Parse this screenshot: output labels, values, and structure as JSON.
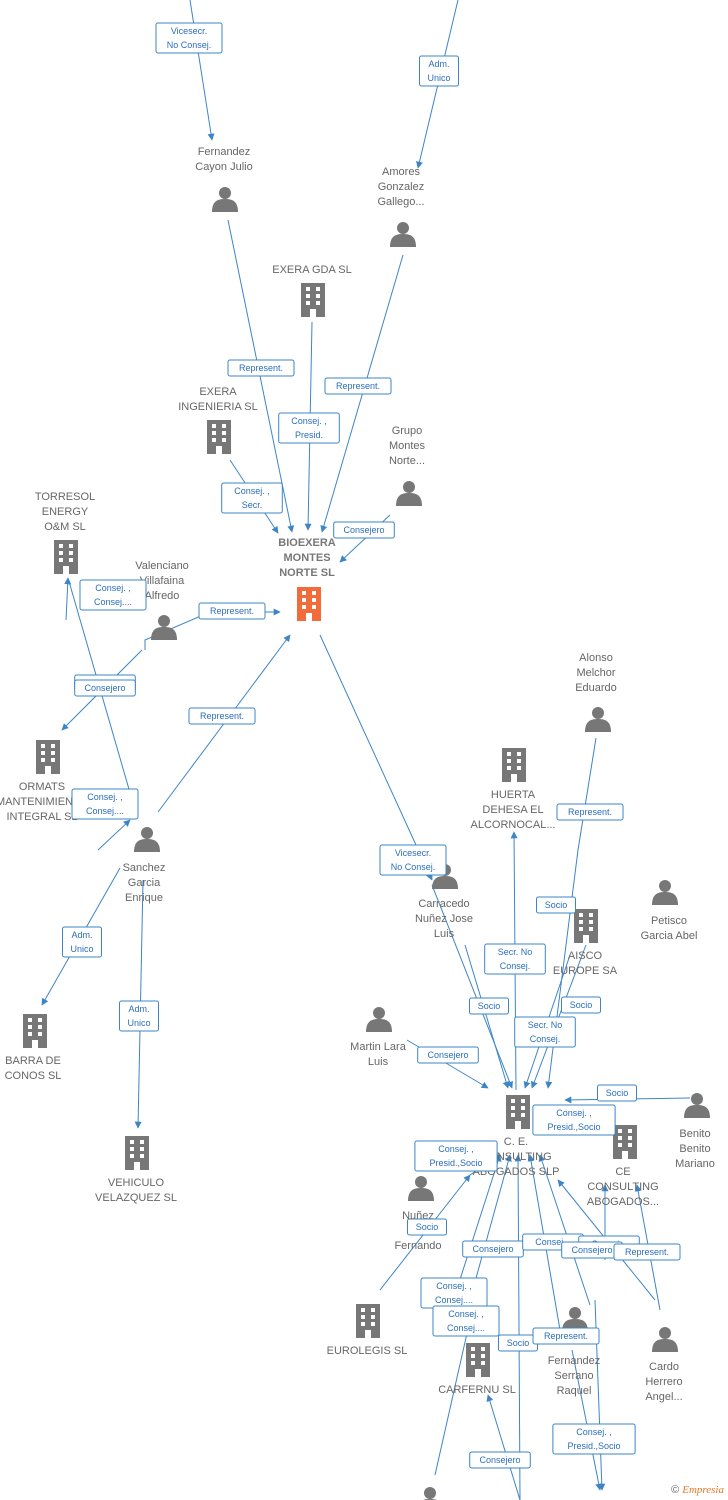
{
  "footer": {
    "copyright": "©",
    "brand": "Empresia"
  },
  "colors": {
    "edge": "#3d85c6",
    "node": "#777777",
    "main_node": "#f26b3a"
  },
  "nodes": [
    {
      "id": "fernandez_cayon",
      "kind": "person",
      "label": [
        "Fernandez",
        "Cayon Julio"
      ]
    },
    {
      "id": "amores",
      "kind": "person",
      "label": [
        "Amores",
        "Gonzalez",
        "Gallego..."
      ]
    },
    {
      "id": "exera_gda",
      "kind": "company",
      "label": [
        "EXERA GDA  SL"
      ]
    },
    {
      "id": "exera_ing",
      "kind": "company",
      "label": [
        "EXERA",
        "INGENIERIA  SL"
      ]
    },
    {
      "id": "grupo_montes",
      "kind": "person",
      "label": [
        "Grupo",
        "Montes",
        "Norte..."
      ]
    },
    {
      "id": "torresol",
      "kind": "company",
      "label": [
        "TORRESOL",
        "ENERGY",
        "O&M SL"
      ]
    },
    {
      "id": "bioexera",
      "kind": "main",
      "label": [
        "BIOEXERA",
        "MONTES",
        "NORTE  SL"
      ]
    },
    {
      "id": "valenciano",
      "kind": "person",
      "label": [
        "Valenciano",
        "Villafaina",
        "Alfredo"
      ]
    },
    {
      "id": "ormats",
      "kind": "company",
      "label": [
        "ORMATS",
        "MANTENIMIENTO",
        "INTEGRAL SL"
      ]
    },
    {
      "id": "sanchez",
      "kind": "person",
      "label": [
        "Sanchez",
        "Garcia",
        "Enrique"
      ]
    },
    {
      "id": "barra",
      "kind": "company",
      "label": [
        "BARRA DE",
        "CONOS  SL"
      ]
    },
    {
      "id": "vehiculo",
      "kind": "company",
      "label": [
        "VEHICULO",
        "VELAZQUEZ  SL"
      ]
    },
    {
      "id": "alonso",
      "kind": "person",
      "label": [
        "Alonso",
        "Melchor",
        "Eduardo"
      ]
    },
    {
      "id": "huerta",
      "kind": "company",
      "label": [
        "HUERTA",
        "DEHESA EL",
        "ALCORNOCAL..."
      ]
    },
    {
      "id": "carracedo",
      "kind": "person",
      "label": [
        "Carracedo",
        "Nuñez Jose",
        "Luis"
      ]
    },
    {
      "id": "aisco",
      "kind": "company",
      "label": [
        "AISCO",
        "EUROPE SA"
      ]
    },
    {
      "id": "petisco",
      "kind": "person",
      "label": [
        "Petisco",
        "Garcia Abel"
      ]
    },
    {
      "id": "martin",
      "kind": "person",
      "label": [
        "Martin Lara",
        "Luis"
      ]
    },
    {
      "id": "ce_consulting",
      "kind": "company",
      "label": [
        "C. E.",
        "CONSULTING",
        "ABOGADOS  SLP"
      ]
    },
    {
      "id": "benito",
      "kind": "person",
      "label": [
        "Benito",
        "Benito",
        "Mariano"
      ]
    },
    {
      "id": "ce_abogados",
      "kind": "company",
      "label": [
        "CE",
        "CONSULTING",
        "ABOGADOS..."
      ]
    },
    {
      "id": "nunez",
      "kind": "person",
      "label": [
        "Nuñez",
        "R...",
        "Fernando"
      ]
    },
    {
      "id": "eurolegis",
      "kind": "company",
      "label": [
        "EUROLEGIS SL"
      ]
    },
    {
      "id": "carfernu",
      "kind": "company",
      "label": [
        "CARFERNU SL"
      ]
    },
    {
      "id": "fernandez_serrano",
      "kind": "person",
      "label": [
        "Fernandez",
        "Serrano",
        "Raquel"
      ]
    },
    {
      "id": "cardo",
      "kind": "person",
      "label": [
        "Cardo",
        "Herrero",
        "Angel..."
      ]
    },
    {
      "id": "bottom_person",
      "kind": "person",
      "label": []
    }
  ],
  "edge_labels": [
    [
      "Vicesecr.",
      "No Consej."
    ],
    [
      "Adm.",
      "Unico"
    ],
    [
      "Represent."
    ],
    [
      "Represent."
    ],
    [
      "Consej. ,",
      "Presid."
    ],
    [
      "Consej. ,",
      "Secr."
    ],
    [
      "Consejero"
    ],
    [
      "Consej. ,",
      "Consej...."
    ],
    [
      "Represent."
    ],
    [
      "Consejero"
    ],
    [
      "Consejero"
    ],
    [
      "Represent."
    ],
    [
      "Consej. ,",
      "Consej...."
    ],
    [
      "Adm.",
      "Unico"
    ],
    [
      "Adm.",
      "Unico"
    ],
    [
      "Vicesecr.",
      "No Consej."
    ],
    [
      "Represent."
    ],
    [
      "Socio"
    ],
    [
      "Secr.  No",
      "Consej."
    ],
    [
      "Socio"
    ],
    [
      "Socio"
    ],
    [
      "Secr.  No",
      "Consej."
    ],
    [
      "Consejero"
    ],
    [
      "Socio"
    ],
    [
      "Consej. ,",
      "Presid.,Socio"
    ],
    [
      "Consej. ,",
      "Presid.,Socio"
    ],
    [
      "Socio"
    ],
    [
      "Consejero"
    ],
    [
      "Consej. ,",
      "Consej...."
    ],
    [
      "Consej..."
    ],
    [
      "Consej..."
    ],
    [
      "Consejero"
    ],
    [
      "Represent."
    ],
    [
      "Consej. ,",
      "Consej...."
    ],
    [
      "Socio"
    ],
    [
      "Represent."
    ],
    [
      "Consej. ,",
      "Presid.,Socio"
    ],
    [
      "Consejero"
    ],
    [
      "Consej. ,",
      "Consej...."
    ]
  ]
}
